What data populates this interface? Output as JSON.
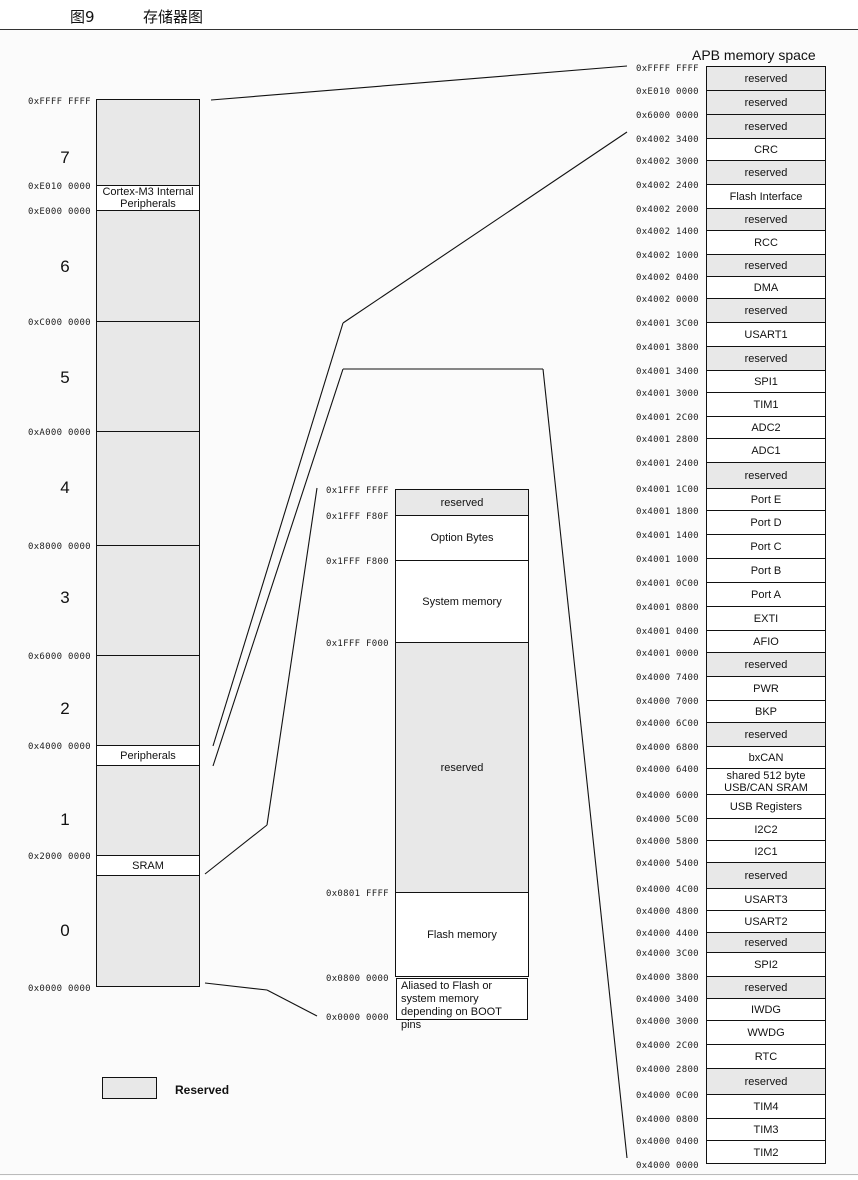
{
  "header": {
    "figure_number": "图9",
    "figure_title": "存储器图"
  },
  "main_map": {
    "top_address": "0xFFFF FFFF",
    "segments": [
      {
        "label": "",
        "kind": "reserved",
        "start": "0xE010 0000"
      },
      {
        "label": "Cortex-M3 Internal Peripherals",
        "kind": "open",
        "start": "0xE000 0000"
      },
      {
        "label": "",
        "kind": "reserved",
        "start": "0xC000 0000"
      },
      {
        "label": "",
        "kind": "reserved",
        "start": "0xA000 0000"
      },
      {
        "label": "",
        "kind": "reserved",
        "start": "0x8000 0000"
      },
      {
        "label": "",
        "kind": "reserved",
        "start": "0x6000 0000"
      },
      {
        "label": "",
        "kind": "reserved",
        "start": "0x4000 0000"
      },
      {
        "label": "Peripherals",
        "kind": "open",
        "start": ""
      },
      {
        "label": "",
        "kind": "reserved",
        "start": "0x2000 0000"
      },
      {
        "label": "SRAM",
        "kind": "open",
        "start": ""
      },
      {
        "label": "",
        "kind": "reserved",
        "start": "0x0000 0000"
      }
    ],
    "region_numbers": [
      "7",
      "6",
      "5",
      "4",
      "3",
      "2",
      "1",
      "0"
    ]
  },
  "code_map": {
    "top_address": "0x1FFF FFFF",
    "segments": [
      {
        "label": "reserved",
        "kind": "reserved",
        "start": "0x1FFF F80F"
      },
      {
        "label": "Option Bytes",
        "kind": "open",
        "start": "0x1FFF F800"
      },
      {
        "label": "System memory",
        "kind": "open",
        "start": "0x1FFF F000"
      },
      {
        "label": "reserved",
        "kind": "reserved",
        "start": "0x0801 FFFF"
      },
      {
        "label": "Flash memory",
        "kind": "open",
        "start": "0x0800 0000"
      }
    ],
    "aliased_label": "Aliased to Flash or system memory depending on BOOT pins",
    "aliased_address": "0x0000 0000"
  },
  "apb": {
    "title": "APB memory space",
    "top_address": "0xFFFF FFFF",
    "segments": [
      {
        "label": "reserved",
        "kind": "reserved",
        "start": "0xE010 0000"
      },
      {
        "label": "reserved",
        "kind": "reserved",
        "start": "0x6000 0000"
      },
      {
        "label": "reserved",
        "kind": "reserved",
        "start": "0x4002 3400"
      },
      {
        "label": "CRC",
        "kind": "open",
        "start": "0x4002 3000"
      },
      {
        "label": "reserved",
        "kind": "reserved",
        "start": "0x4002 2400"
      },
      {
        "label": "Flash Interface",
        "kind": "open",
        "start": "0x4002 2000"
      },
      {
        "label": "reserved",
        "kind": "reserved",
        "start": "0x4002 1400"
      },
      {
        "label": "RCC",
        "kind": "open",
        "start": "0x4002 1000"
      },
      {
        "label": "reserved",
        "kind": "reserved",
        "start": "0x4002 0400"
      },
      {
        "label": "DMA",
        "kind": "open",
        "start": "0x4002 0000"
      },
      {
        "label": "reserved",
        "kind": "reserved",
        "start": "0x4001 3C00"
      },
      {
        "label": "USART1",
        "kind": "open",
        "start": "0x4001 3800"
      },
      {
        "label": "reserved",
        "kind": "reserved",
        "start": "0x4001 3400"
      },
      {
        "label": "SPI1",
        "kind": "open",
        "start": "0x4001 3000"
      },
      {
        "label": "TIM1",
        "kind": "open",
        "start": "0x4001 2C00"
      },
      {
        "label": "ADC2",
        "kind": "open",
        "start": "0x4001 2800"
      },
      {
        "label": "ADC1",
        "kind": "open",
        "start": "0x4001 2400"
      },
      {
        "label": "reserved",
        "kind": "reserved",
        "start": "0x4001 1C00"
      },
      {
        "label": "Port E",
        "kind": "open",
        "start": "0x4001 1800"
      },
      {
        "label": "Port D",
        "kind": "open",
        "start": "0x4001 1400"
      },
      {
        "label": "Port C",
        "kind": "open",
        "start": "0x4001 1000"
      },
      {
        "label": "Port B",
        "kind": "open",
        "start": "0x4001 0C00"
      },
      {
        "label": "Port A",
        "kind": "open",
        "start": "0x4001 0800"
      },
      {
        "label": "EXTI",
        "kind": "open",
        "start": "0x4001 0400"
      },
      {
        "label": "AFIO",
        "kind": "open",
        "start": "0x4001 0000"
      },
      {
        "label": "reserved",
        "kind": "reserved",
        "start": "0x4000 7400"
      },
      {
        "label": "PWR",
        "kind": "open",
        "start": "0x4000 7000"
      },
      {
        "label": "BKP",
        "kind": "open",
        "start": "0x4000 6C00"
      },
      {
        "label": "reserved",
        "kind": "reserved",
        "start": "0x4000 6800"
      },
      {
        "label": "bxCAN",
        "kind": "open",
        "start": "0x4000 6400"
      },
      {
        "label": "shared 512 byte USB/CAN SRAM",
        "kind": "open",
        "start": "0x4000 6000"
      },
      {
        "label": "USB Registers",
        "kind": "open",
        "start": "0x4000 5C00"
      },
      {
        "label": "I2C2",
        "kind": "open",
        "start": "0x4000 5800"
      },
      {
        "label": "I2C1",
        "kind": "open",
        "start": "0x4000 5400"
      },
      {
        "label": "reserved",
        "kind": "reserved",
        "start": "0x4000 4C00"
      },
      {
        "label": "USART3",
        "kind": "open",
        "start": "0x4000 4800"
      },
      {
        "label": "USART2",
        "kind": "open",
        "start": "0x4000 4400"
      },
      {
        "label": "reserved",
        "kind": "reserved",
        "start": "0x4000 3C00"
      },
      {
        "label": "SPI2",
        "kind": "open",
        "start": "0x4000 3800"
      },
      {
        "label": "reserved",
        "kind": "reserved",
        "start": "0x4000 3400"
      },
      {
        "label": "IWDG",
        "kind": "open",
        "start": "0x4000 3000"
      },
      {
        "label": "WWDG",
        "kind": "open",
        "start": "0x4000 2C00"
      },
      {
        "label": "RTC",
        "kind": "open",
        "start": "0x4000 2800"
      },
      {
        "label": "reserved",
        "kind": "reserved",
        "start": "0x4000 0C00"
      },
      {
        "label": "TIM4",
        "kind": "open",
        "start": "0x4000 0800"
      },
      {
        "label": "TIM3",
        "kind": "open",
        "start": "0x4000 0400"
      },
      {
        "label": "TIM2",
        "kind": "open",
        "start": "0x4000 0000"
      }
    ]
  },
  "legend": {
    "label": "Reserved"
  },
  "colors": {
    "reserved_fill": "#e8e8e8",
    "line": "#111111",
    "background": "#fbfbfb"
  }
}
